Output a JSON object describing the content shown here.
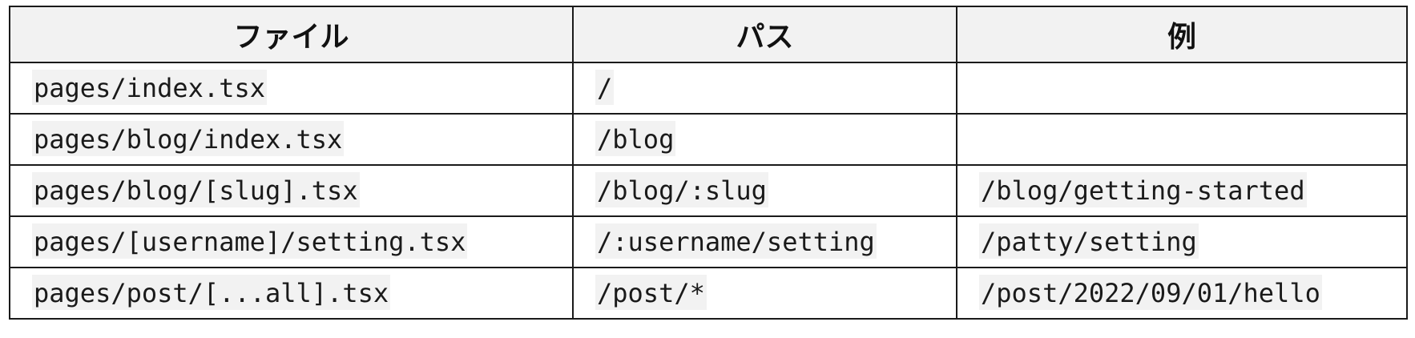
{
  "table": {
    "headers": [
      "ファイル",
      "パス",
      "例"
    ],
    "rows": [
      [
        "pages/index.tsx",
        "/",
        ""
      ],
      [
        "pages/blog/index.tsx",
        "/blog",
        ""
      ],
      [
        "pages/blog/[slug].tsx",
        "/blog/:slug",
        "/blog/getting-started"
      ],
      [
        "pages/[username]/setting.tsx",
        "/:username/setting",
        "/patty/setting"
      ],
      [
        "pages/post/[...all].tsx",
        "/post/*",
        "/post/2022/09/01/hello"
      ]
    ]
  }
}
